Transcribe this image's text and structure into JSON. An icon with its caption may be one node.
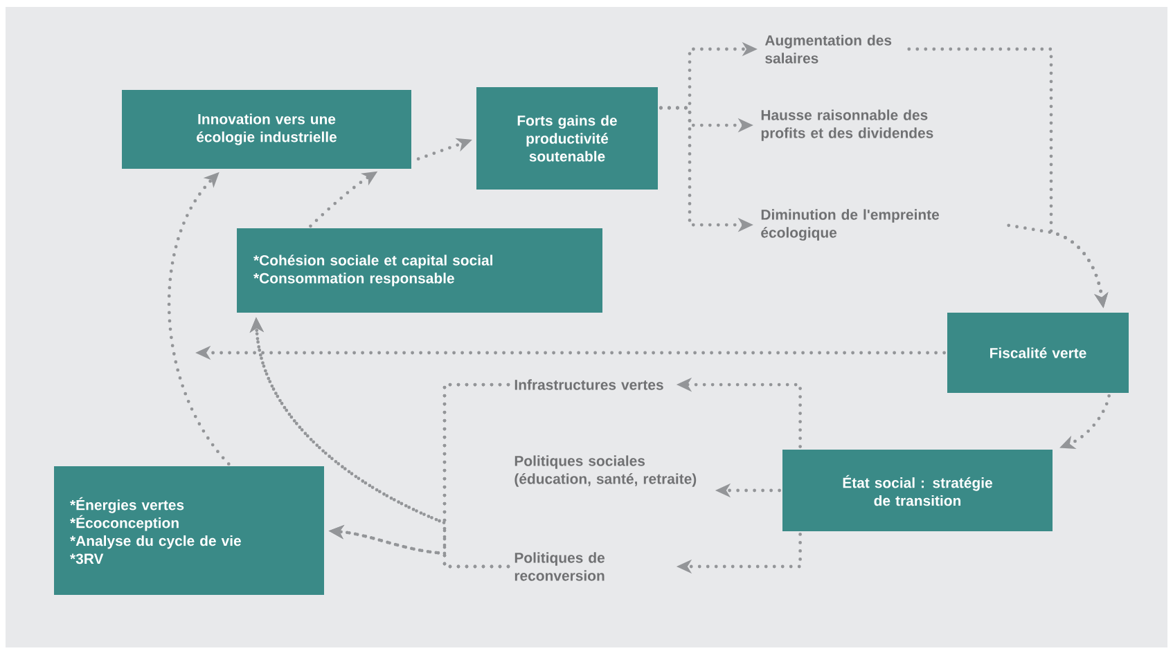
{
  "diagram": {
    "nodes": [
      {
        "text": [
          "Innovation vers une écologie industrielle"
        ]
      },
      {
        "text": [
          "Forts gains de productivité soutenable"
        ]
      },
      {
        "text": [
          "Augmentation des salaires"
        ]
      },
      {
        "text": [
          "Hausse raisonnable des profits et des dividendes"
        ]
      },
      {
        "text": [
          "Diminution de l'empreinte écologique"
        ]
      },
      {
        "text": [
          "*Cohésion sociale et capital social",
          "*Consommation responsable"
        ]
      },
      {
        "text": [
          "Fiscalité verte"
        ]
      },
      {
        "text": [
          "Infrastructures vertes"
        ]
      },
      {
        "text": [
          "Politiques sociales (éducation, santé, retraite)"
        ]
      },
      {
        "text": [
          "Politiques de reconversion"
        ]
      },
      {
        "text": [
          "État social : stratégie de transition"
        ]
      },
      {
        "text": [
          "*Énergies vertes",
          "*Écoconception",
          "*Analyse du cycle de vie",
          "*3RV"
        ]
      }
    ],
    "edges": [
      {
        "from": 1,
        "to": 2,
        "arrow": "to"
      },
      {
        "from": 1,
        "to": 3,
        "arrow": "to"
      },
      {
        "from": 1,
        "to": 4,
        "arrow": "to"
      },
      {
        "from": 2,
        "to": 6,
        "arrow": "to"
      },
      {
        "from": 4,
        "to": 6,
        "arrow": "to"
      },
      {
        "from": 6,
        "to": 10,
        "arrow": "to"
      },
      {
        "from": 6,
        "to": null,
        "arrow": "to"
      },
      {
        "from": 10,
        "to": 7,
        "arrow": "to"
      },
      {
        "from": 10,
        "to": 8,
        "arrow": "to"
      },
      {
        "from": 10,
        "to": 9,
        "arrow": "to"
      },
      {
        "from": 7,
        "to": 5,
        "arrow": "to"
      },
      {
        "from": 9,
        "to": 5,
        "arrow": "to"
      },
      {
        "from": 7,
        "to": 11,
        "arrow": "to"
      },
      {
        "from": 9,
        "to": 11,
        "arrow": "to"
      },
      {
        "from": 11,
        "to": 0,
        "arrow": "to"
      },
      {
        "from": 5,
        "to": 0,
        "arrow": "to"
      },
      {
        "from": 0,
        "to": 1,
        "arrow": "to"
      }
    ]
  }
}
